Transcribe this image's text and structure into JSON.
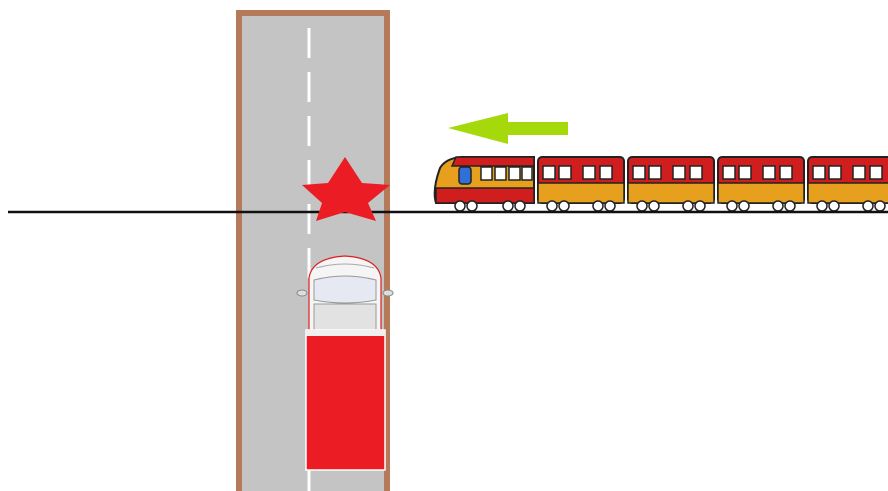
{
  "scene": {
    "description_elements": [
      "road",
      "railway-track",
      "train",
      "truck",
      "collision-marker",
      "direction-arrow"
    ],
    "colors": {
      "background": "#ffffff",
      "road_asphalt": "#c4c4c4",
      "road_edge": "#b47a5a",
      "lane_marking": "#ffffff",
      "track": "#111111",
      "collision": "#ec1c24",
      "arrow": "#a6d90b",
      "train_upper": "#d01e1e",
      "train_lower": "#e6a01e",
      "train_outline": "#222222",
      "truck_cargo": "#ec1c24",
      "truck_cab": "#e8e8e8"
    },
    "train": {
      "direction": "left",
      "car_count": 5
    },
    "truck": {
      "direction": "up"
    }
  }
}
